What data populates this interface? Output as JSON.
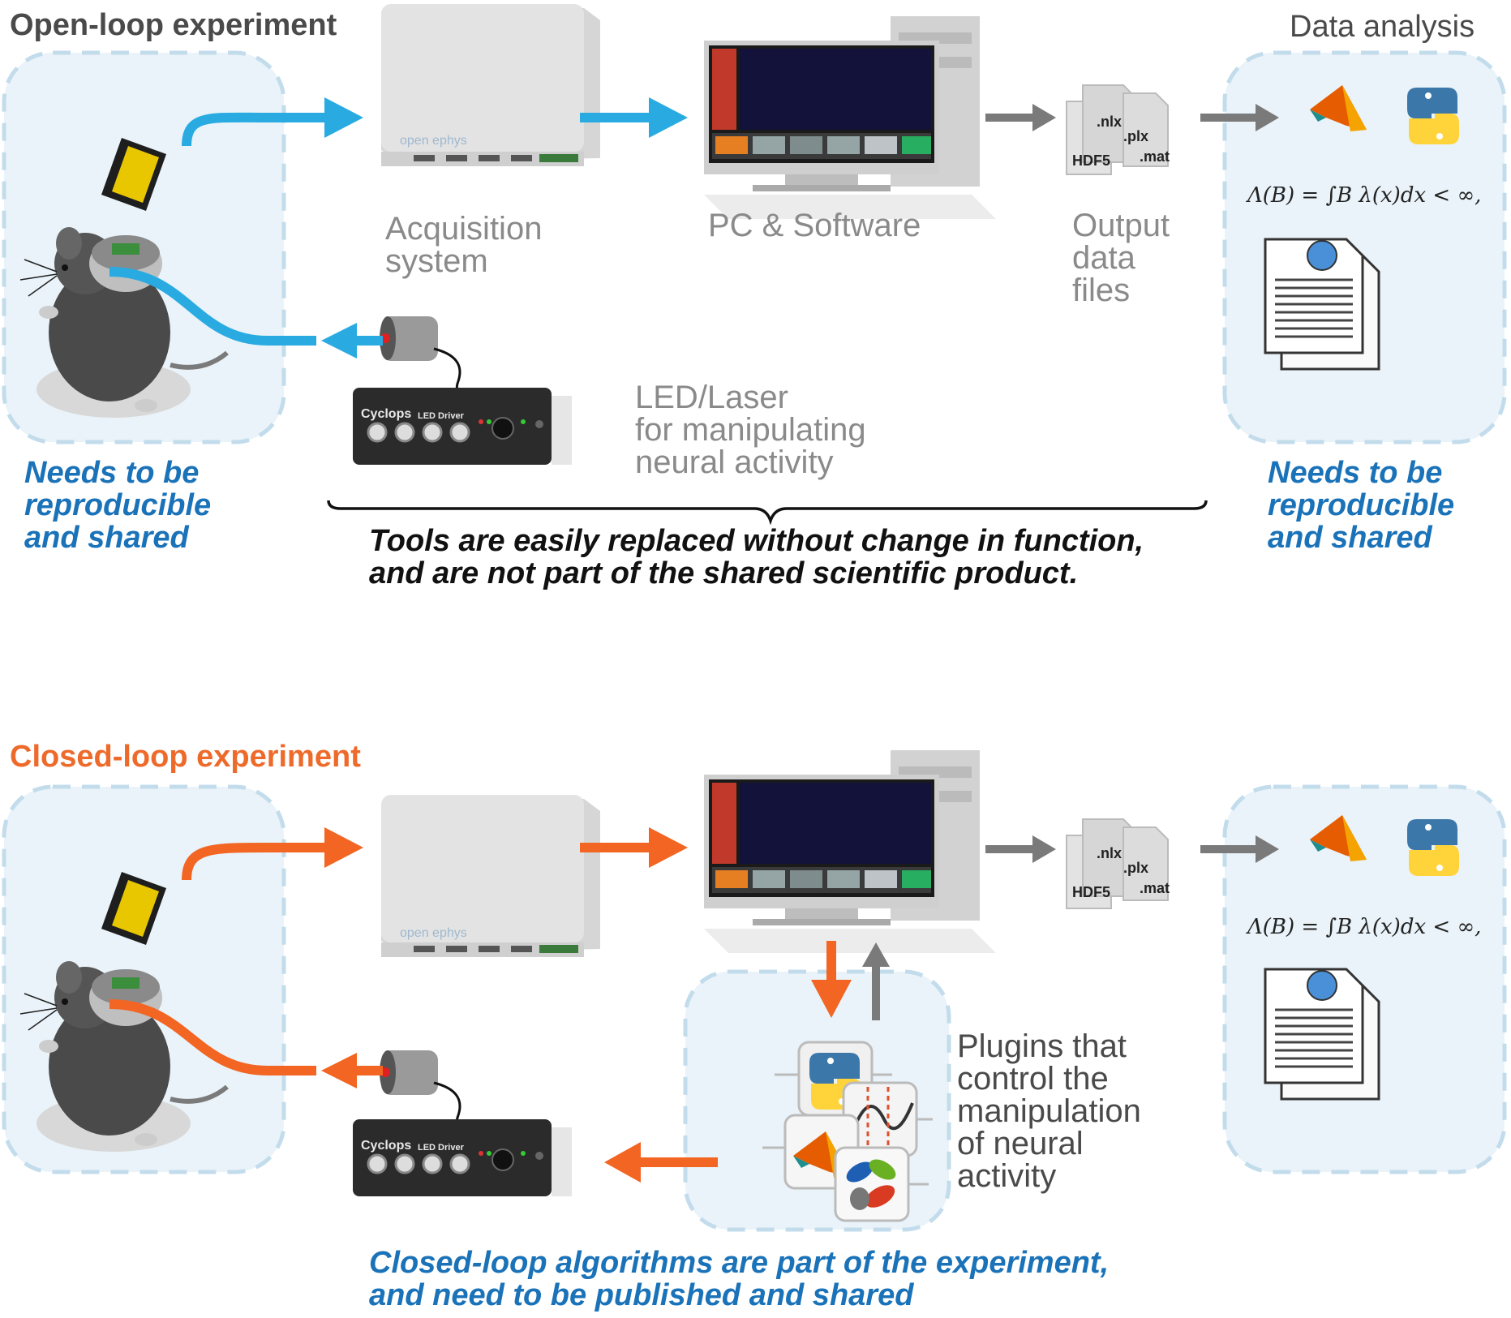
{
  "open_loop": {
    "title": "Open-loop experiment",
    "acquisition_label": "Acquisition\nsystem",
    "pc_label": "PC & Software",
    "output_label": "Output\ndata\nfiles",
    "analysis_title": "Data analysis",
    "led_label": "LED/Laser\nfor manipulating\nneural activity",
    "left_note": "Needs to be\nreproducible\nand shared",
    "right_note": "Needs to be\nreproducible\nand shared",
    "tools_note": "Tools are easily replaced without change in function,\nand are not part of the shared scientific product."
  },
  "closed_loop": {
    "title": "Closed-loop experiment",
    "plugins_label": "Plugins that\ncontrol the\nmanipulation\nof  neural\nactivity",
    "algorithms_note": "Closed-loop algorithms are part of the experiment,\nand need to be published and shared"
  },
  "files": {
    "nlx": ".nlx",
    "plx": ".plx",
    "mat": ".mat",
    "hdf5": "HDF5"
  },
  "device": {
    "brand": "open ephys",
    "cyclops": "Cyclops",
    "cyclops_sub": "LED Driver"
  },
  "formula": "Λ(B) = ∫B λ(x)dx < ∞,",
  "colors": {
    "open_arrow": "#29abe2",
    "closed_arrow": "#f26522",
    "grey_arrow": "#7a7a7a",
    "blue_text": "#1a72b8",
    "panel_fill": "#e9f3f9",
    "panel_dash": "#c3dcec"
  },
  "icons": [
    "mouse-icon",
    "headstage-icon",
    "acquisition-box-icon",
    "computer-icon",
    "file-stack-icon",
    "matlab-icon",
    "python-icon",
    "document-icon",
    "led-icon",
    "cyclops-driver-icon",
    "plugin-stack-icon"
  ]
}
